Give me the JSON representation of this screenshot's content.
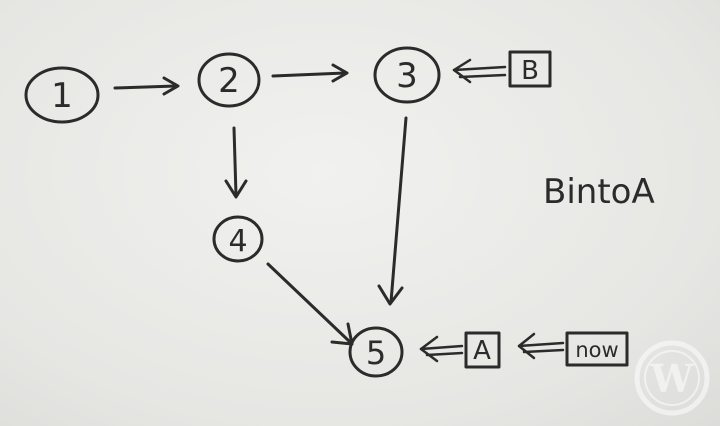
{
  "nodes": {
    "n1": "1",
    "n2": "2",
    "n3": "3",
    "n4": "4",
    "n5": "5"
  },
  "tags": {
    "B": "B",
    "A": "A",
    "now": "now"
  },
  "note": "BintoA",
  "watermark_icon": "wordpress-icon"
}
